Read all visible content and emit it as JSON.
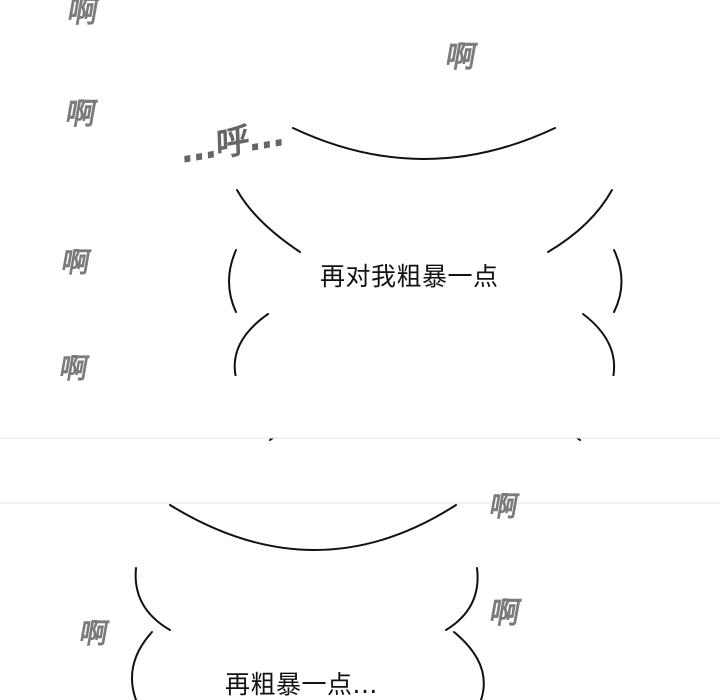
{
  "sfx": {
    "top_left": "啊",
    "top_right": "啊",
    "mid_left_1": "啊",
    "big_center": "...呼...",
    "mid_left_2": "啊",
    "mid_left_3": "啊",
    "lower_right_1": "啊",
    "lower_left": "啊",
    "lower_right_2": "啊"
  },
  "dialogue": {
    "bubble_1": "再对我粗暴一点",
    "bubble_2": "再粗暴一点..."
  }
}
